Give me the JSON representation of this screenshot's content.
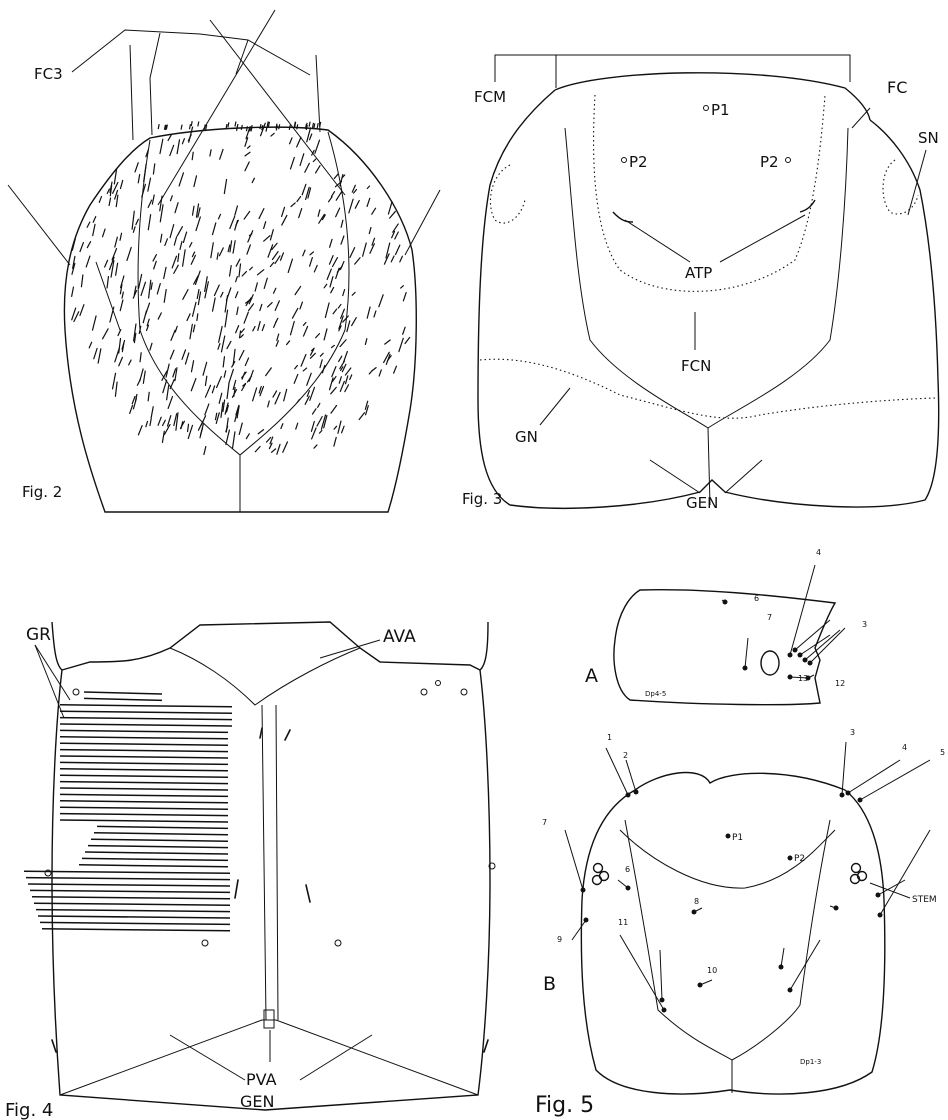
{
  "figures": [
    {
      "id": "fig2",
      "caption": "Fig. 2",
      "labels": {
        "fc3": "FC3"
      }
    },
    {
      "id": "fig3",
      "caption": "Fig. 3",
      "labels": {
        "fcm": "FCM",
        "fc": "FC",
        "sn": "SN",
        "p1": "P1",
        "p2_left": "P2",
        "p2_right": "P2",
        "atp": "ATP",
        "fcn": "FCN",
        "gn": "GN",
        "gen": "GEN"
      }
    },
    {
      "id": "fig4",
      "caption": "Fig. 4",
      "labels": {
        "gr": "GR",
        "ava": "AVA",
        "pva": "PVA",
        "gen": "GEN"
      }
    },
    {
      "id": "fig5",
      "caption": "Fig. 5",
      "labels": {
        "a": "A",
        "b": "B",
        "stem": "STEM",
        "p1": "P1",
        "p2": "P2",
        "dp45": "Dp4-5",
        "dp13": "Dp1-3"
      },
      "setae_a": [
        "6",
        "7",
        "4",
        "3",
        "13",
        "12"
      ],
      "setae_b": [
        "1",
        "2",
        "3",
        "4",
        "5",
        "7",
        "6",
        "8",
        "11",
        "9",
        "10"
      ]
    }
  ]
}
